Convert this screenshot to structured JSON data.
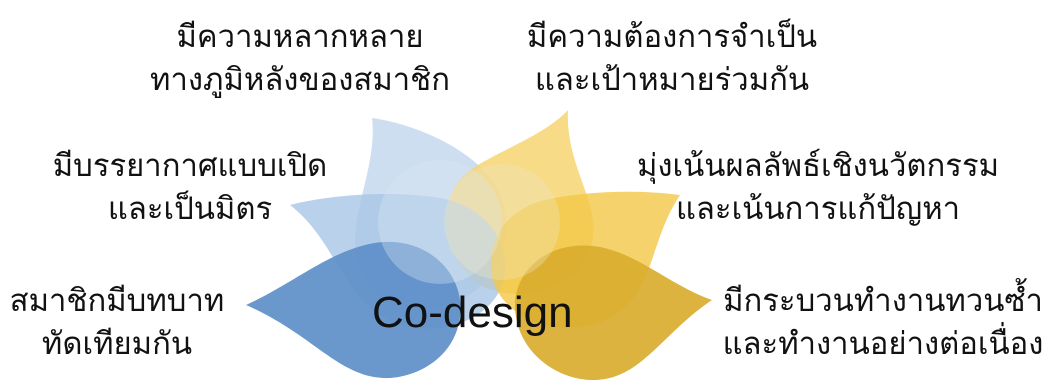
{
  "center": {
    "label": "Co-design"
  },
  "petals": [
    {
      "id": "top-left",
      "lines": [
        "มีความหลากหลาย",
        "ทางภูมิหลังของสมาชิก"
      ],
      "color": "#c5d8ee"
    },
    {
      "id": "top-right",
      "lines": [
        "มีความต้องการจำเป็น",
        "และเป้าหมายร่วมกัน"
      ],
      "color": "#f7d572"
    },
    {
      "id": "mid-left",
      "lines": [
        "มีบรรยากาศแบบเปิด",
        "และเป็นมิตร"
      ],
      "color": "#a9c5e6"
    },
    {
      "id": "mid-right",
      "lines": [
        "มุ่งเน้นผลลัพธ์เชิงนวัตกรรม",
        "และเน้นการแก้ปัญหา"
      ],
      "color": "#f2c746"
    },
    {
      "id": "bottom-left",
      "lines": [
        "สมาชิกมีบทบาท",
        "ทัดเทียมกัน"
      ],
      "color": "#5d8fc8"
    },
    {
      "id": "bottom-right",
      "lines": [
        "มีกระบวนทำงานทวนซ้ำ",
        "และทำงานอย่างต่อเนื่อง"
      ],
      "color": "#d9ad2f"
    }
  ]
}
